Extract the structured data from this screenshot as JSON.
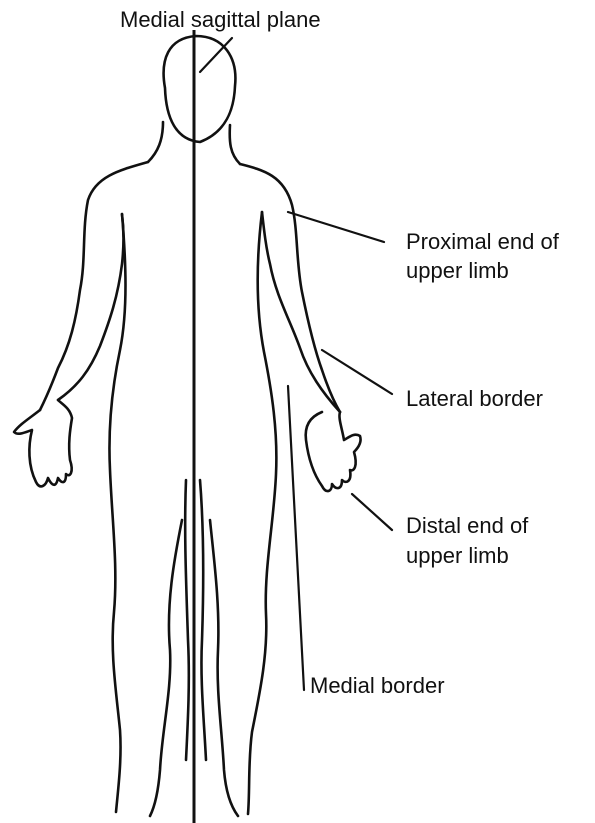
{
  "labels": {
    "medial_sagittal_plane": "Medial sagittal plane",
    "proximal_end_line1": "Proximal end of",
    "proximal_end_line2": "upper limb",
    "lateral_border": "Lateral border",
    "distal_end_line1": "Distal end of",
    "distal_end_line2": "upper limb",
    "medial_border": "Medial border"
  }
}
